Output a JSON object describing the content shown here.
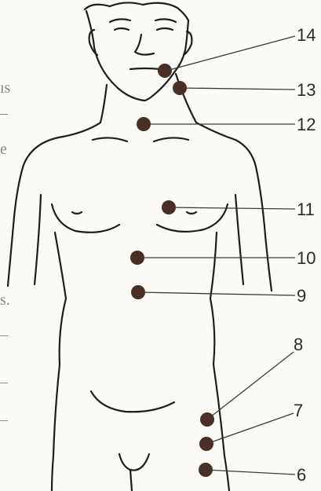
{
  "diagram": {
    "points": [
      {
        "label": "14"
      },
      {
        "label": "13"
      },
      {
        "label": "12"
      },
      {
        "label": "11"
      },
      {
        "label": "10"
      },
      {
        "label": "9"
      },
      {
        "label": "8"
      },
      {
        "label": "7"
      },
      {
        "label": "6"
      }
    ],
    "left_edge_text": [
      "ıs",
      "–",
      "e",
      "s.",
      "–",
      "–",
      "–"
    ],
    "colors": {
      "point": "#4a2f24",
      "line": "#1e1e1e",
      "paper": "#fbfaf6"
    }
  }
}
